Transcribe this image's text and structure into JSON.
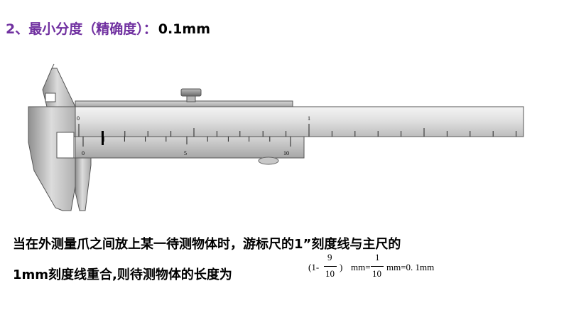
{
  "heading": {
    "label": "2、最小分度（精确度）：",
    "value": "0.1mm"
  },
  "diagram": {
    "main_scale_labels": [
      "0",
      "1"
    ],
    "vernier_scale_labels": [
      "0",
      "5",
      "10"
    ],
    "colors": {
      "body_light": "#e6e6e6",
      "body_mid": "#c4c4c4",
      "body_dark": "#8a8a8a",
      "outline": "#555555"
    }
  },
  "text": {
    "line1": "当在外测量爪之间放上某一待测物体时，游标尺的1”刻度线与主尺的",
    "line2": "1mm刻度线重合,则待测物体的长度为"
  },
  "formula": {
    "open": "(1-",
    "num1": "9",
    "den1": "10",
    "close": ")",
    "mm1": "mm=",
    "num2": "1",
    "den2": "10",
    "result": "mm=0. 1mm"
  }
}
